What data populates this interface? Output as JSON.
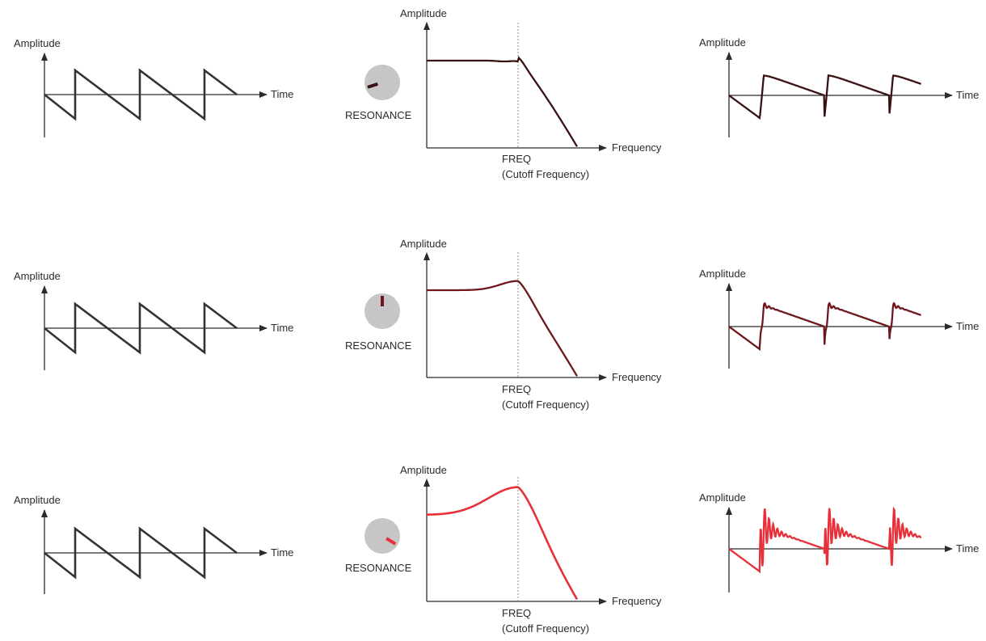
{
  "labels": {
    "amplitude": "Amplitude",
    "time": "Time",
    "frequency": "Frequency",
    "freq": "FREQ",
    "cutoff": "(Cutoff Frequency)",
    "resonance": "RESONANCE"
  },
  "colors": {
    "axis": "#2b2b2b",
    "input_wave": "#333333",
    "knob_fill": "#c6c6c6",
    "cutoff_line": "#8c8c8c",
    "row_1": "#3a1214",
    "row_2": "#6e181e",
    "row_3": "#e8303a"
  },
  "rows": [
    {
      "resonance_level": 0.1
    },
    {
      "resonance_level": 0.5
    },
    {
      "resonance_level": 0.95
    }
  ]
}
